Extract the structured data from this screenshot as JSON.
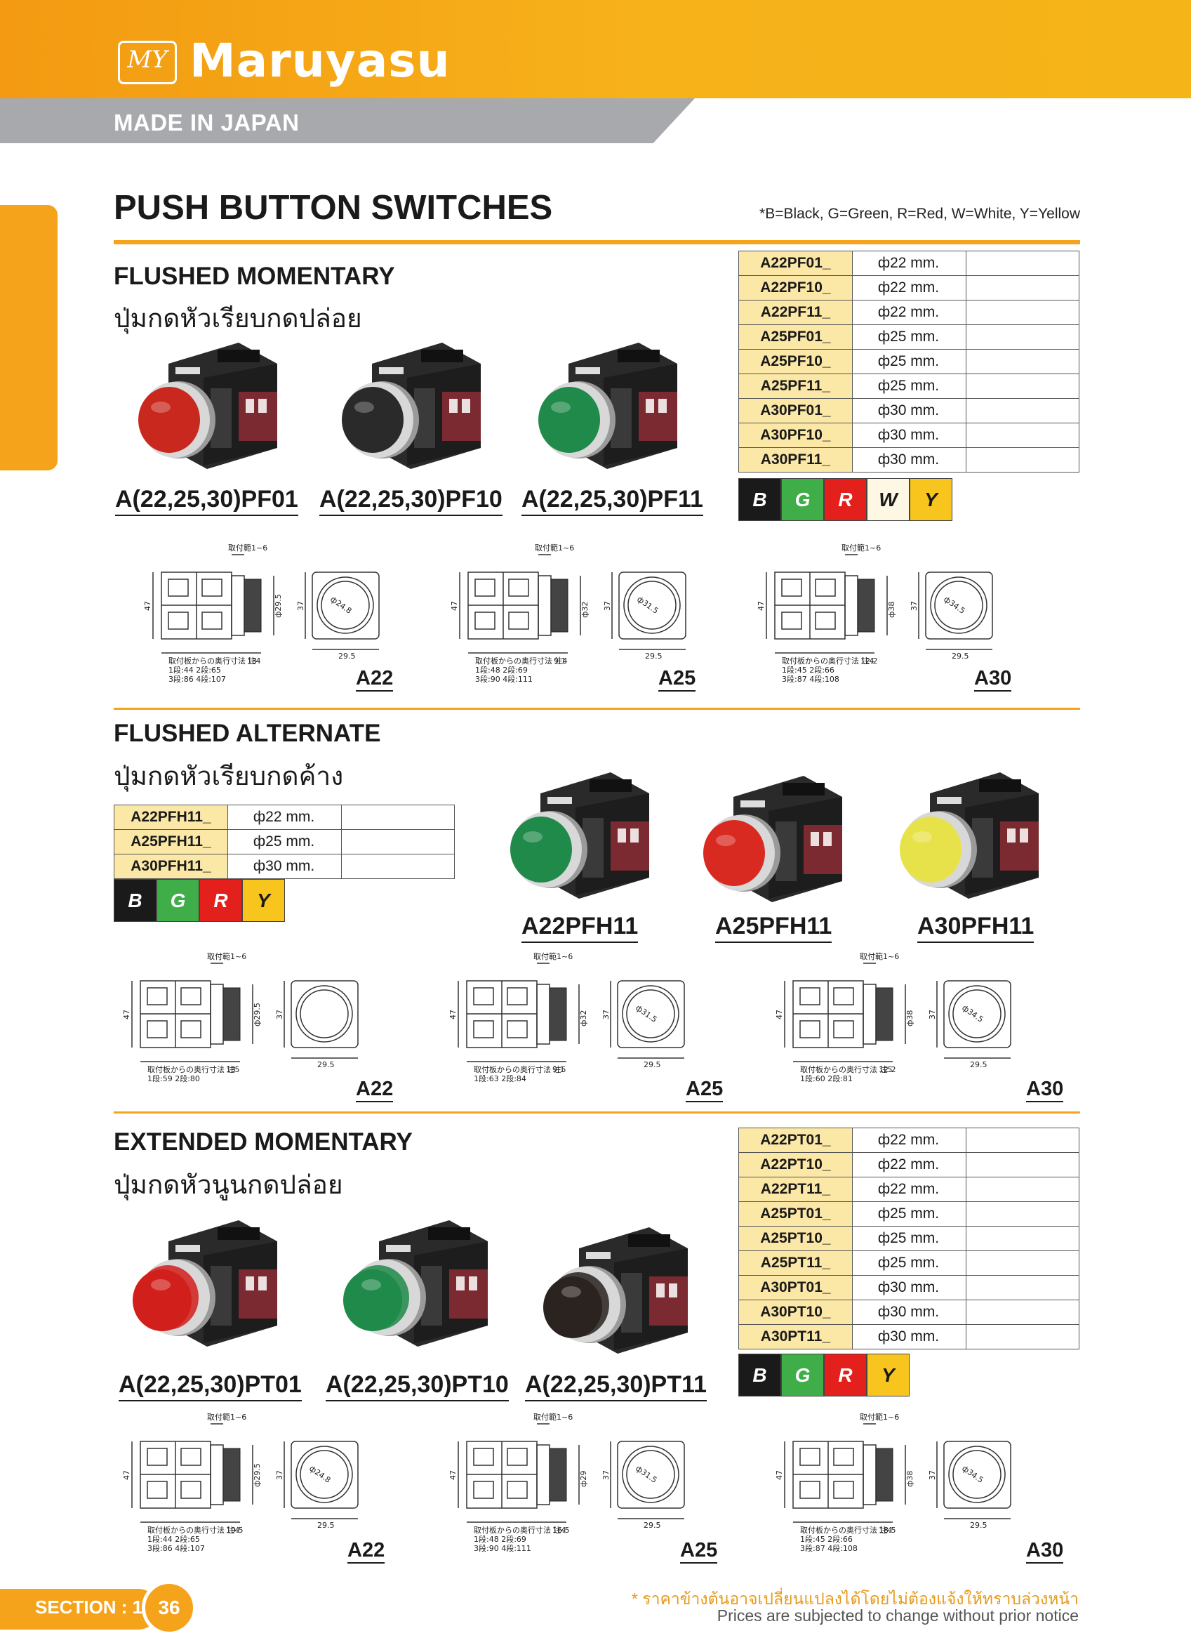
{
  "brand": {
    "logo_monogram": "MY",
    "name": "Maruyasu"
  },
  "banner": {
    "made_in": "MADE IN JAPAN"
  },
  "page": {
    "title": "PUSH BUTTON SWITCHES",
    "color_legend": "*B=Black, G=Green, R=Red, W=White, Y=Yellow"
  },
  "sections": {
    "flushed_momentary": {
      "title_en": "FLUSHED MOMENTARY",
      "title_th": "ปุ่มกดหัวเรียบกดปล่อย",
      "models": [
        "A(22,25,30)PF01",
        "A(22,25,30)PF10",
        "A(22,25,30)PF11"
      ],
      "table": [
        {
          "code": "A22PF01_",
          "size": "ф22 mm."
        },
        {
          "code": "A22PF10_",
          "size": "ф22 mm."
        },
        {
          "code": "A22PF11_",
          "size": "ф22 mm."
        },
        {
          "code": "A25PF01_",
          "size": "ф25 mm."
        },
        {
          "code": "A25PF10_",
          "size": "ф25 mm."
        },
        {
          "code": "A25PF11_",
          "size": "ф25 mm."
        },
        {
          "code": "A30PF01_",
          "size": "ф30 mm."
        },
        {
          "code": "A30PF10_",
          "size": "ф30 mm."
        },
        {
          "code": "A30PF11_",
          "size": "ф30 mm."
        }
      ],
      "colors": [
        "B",
        "G",
        "R",
        "W",
        "Y"
      ],
      "drawing_sizes": [
        "A22",
        "A25",
        "A30"
      ]
    },
    "flushed_alternate": {
      "title_en": "FLUSHED ALTERNATE",
      "title_th": "ปุ่มกดหัวเรียบกดค้าง",
      "models": [
        "A22PFH11",
        "A25PFH11",
        "A30PFH11"
      ],
      "table": [
        {
          "code": "A22PFH11_",
          "size": "ф22 mm."
        },
        {
          "code": "A25PFH11_",
          "size": "ф25 mm."
        },
        {
          "code": "A30PFH11_",
          "size": "ф30 mm."
        }
      ],
      "colors": [
        "B",
        "G",
        "R",
        "Y"
      ],
      "drawing_sizes": [
        "A22",
        "A25",
        "A30"
      ]
    },
    "extended_momentary": {
      "title_en": "EXTENDED MOMENTARY",
      "title_th": "ปุ่มกดหัวนูนกดปล่อย",
      "models": [
        "A(22,25,30)PT01",
        "A(22,25,30)PT10",
        "A(22,25,30)PT11"
      ],
      "table": [
        {
          "code": "A22PT01_",
          "size": "ф22 mm."
        },
        {
          "code": "A22PT10_",
          "size": "ф22 mm."
        },
        {
          "code": "A22PT11_",
          "size": "ф22 mm."
        },
        {
          "code": "A25PT01_",
          "size": "ф25 mm."
        },
        {
          "code": "A25PT10_",
          "size": "ф25 mm."
        },
        {
          "code": "A25PT11_",
          "size": "ф25 mm."
        },
        {
          "code": "A30PT01_",
          "size": "ф30 mm."
        },
        {
          "code": "A30PT10_",
          "size": "ф30 mm."
        },
        {
          "code": "A30PT11_",
          "size": "ф30 mm."
        }
      ],
      "colors": [
        "B",
        "G",
        "R",
        "Y"
      ],
      "drawing_sizes": [
        "A22",
        "A25",
        "A30"
      ]
    }
  },
  "swatch_colors": {
    "B": {
      "bg": "#1a1a1a",
      "fg": "#ffffff"
    },
    "G": {
      "bg": "#3fae49",
      "fg": "#ffffff"
    },
    "R": {
      "bg": "#e3201b",
      "fg": "#ffffff"
    },
    "W": {
      "bg": "#fdf7e3",
      "fg": "#1a1a1a"
    },
    "Y": {
      "bg": "#f7c51e",
      "fg": "#1a1a1a"
    }
  },
  "button_colors": {
    "flushed_momentary": [
      "#c9281f",
      "#2a2a2a",
      "#1f8a4a"
    ],
    "flushed_alternate": [
      "#1f8a4a",
      "#d92a22",
      "#e8e24a"
    ],
    "extended_momentary": [
      "#d1201c",
      "#1f8a4a",
      "#2a2320"
    ]
  },
  "drawings": {
    "row1": [
      {
        "dims": [
          "47",
          "37",
          "29.5",
          "取付範1~6",
          "13",
          "ф29.5",
          "ф24.8"
        ],
        "note": [
          "取付板からの奥行寸法 注4",
          "1段:44 2段:65",
          "3段:86 4段:107"
        ]
      },
      {
        "dims": [
          "47",
          "37",
          "29.5",
          "取付範1~6",
          "9.1",
          "ф32",
          "ф31.5"
        ],
        "note": [
          "取付板からの奥行寸法 注4",
          "1段:48 2段:69",
          "3段:90 4段:111"
        ]
      },
      {
        "dims": [
          "47",
          "37",
          "29.5",
          "取付範1~6",
          "12.2",
          "ф38",
          "ф34.5"
        ],
        "note": [
          "取付板からの奥行寸法 注4",
          "1段:45 2段:66",
          "3段:87 4段:108"
        ]
      }
    ],
    "row2": [
      {
        "dims": [
          "47",
          "37",
          "29.5",
          "取付範1~6",
          "13",
          "ф29.5",
          ""
        ],
        "note": [
          "取付板からの奥行寸法 注5",
          "1段:59 2段:80"
        ]
      },
      {
        "dims": [
          "47",
          "37",
          "29.5",
          "取付範1~6",
          "9.1",
          "ф32",
          "ф31.5"
        ],
        "note": [
          "取付板からの奥行寸法 注5",
          "1段:63 2段:84"
        ]
      },
      {
        "dims": [
          "47",
          "37",
          "29.5",
          "取付範1~6",
          "12.2",
          "ф38",
          "ф34.5"
        ],
        "note": [
          "取付板からの奥行寸法 注5",
          "1段:60 2段:81"
        ]
      }
    ],
    "row3": [
      {
        "dims": [
          "47",
          "37",
          "29.5",
          "取付範1~6",
          "19.5",
          "ф29.5",
          "ф24.8"
        ],
        "note": [
          "取付板からの奥行寸法 注4",
          "1段:44 2段:65",
          "3段:86 4段:107"
        ]
      },
      {
        "dims": [
          "47",
          "37",
          "29.5",
          "取付範1~6",
          "16.5",
          "ф29",
          "ф31.5"
        ],
        "note": [
          "取付板からの奥行寸法 注4",
          "1段:48 2段:69",
          "3段:90 4段:111"
        ]
      },
      {
        "dims": [
          "47",
          "37",
          "29.5",
          "取付範1~6",
          "18.5",
          "ф38",
          "ф34.5"
        ],
        "note": [
          "取付板からの奥行寸法 注4",
          "1段:45 2段:66",
          "3段:87 4段:108"
        ]
      }
    ]
  },
  "footer": {
    "section": "SECTION : 1",
    "page_number": "36",
    "note_th": "* ราคาข้างต้นอาจเปลี่ยนแปลงได้โดยไม่ต้องแจ้งให้ทราบล่วงหน้า",
    "note_en": "Prices are subjected to change without prior notice"
  }
}
